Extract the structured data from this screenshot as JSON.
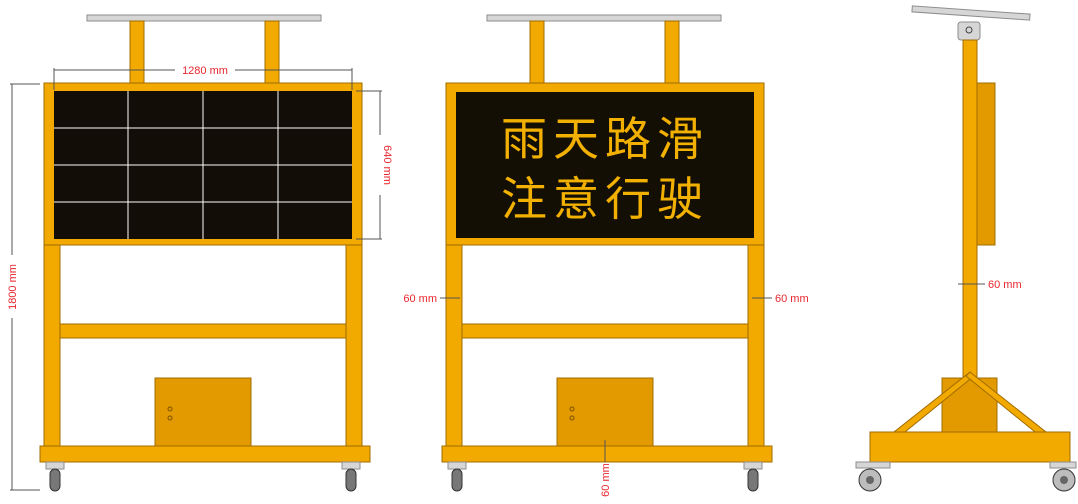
{
  "dimensions": {
    "width_1280": "1280 mm",
    "height_640": "640 mm",
    "height_1800": "1800 mm",
    "post_left": "60 mm",
    "post_right": "60 mm",
    "side_post": "60 mm",
    "bottom": "60 mm"
  },
  "sign": {
    "line1": "雨天路滑",
    "line2": "注意行驶"
  },
  "colors": {
    "frame": "#f2a900",
    "panel": "#140f05",
    "sign_text": "#f2b000",
    "dimension": "#e8262d"
  }
}
